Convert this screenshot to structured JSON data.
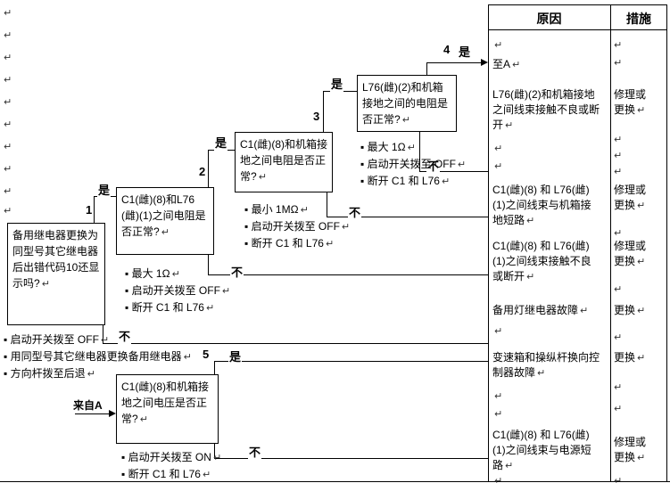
{
  "marks": {
    "pilcrow": "↵",
    "bullet": "▪"
  },
  "labels": {
    "yes": "是",
    "no": "不",
    "from_a": "来自A"
  },
  "flow": {
    "boxes": [
      {
        "num": "1",
        "text": "备用继电器更换为同型号其它继电器后出错代码10还显示吗?",
        "notes": [
          "启动开关拨至 OFF",
          "用同型号其它继电器更换备用继电器",
          "方向杆拨至后退"
        ]
      },
      {
        "num": "2",
        "text": "C1(雌)(8)和L76 (雌)(1)之间电阻是否正常?",
        "notes": [
          "最大 1Ω",
          "启动开关拨至 OFF",
          "断开 C1 和 L76"
        ]
      },
      {
        "num": "3",
        "text": "C1(雌)(8)和机箱接地之间电阻是否正常?",
        "notes": [
          "最小 1MΩ",
          "启动开关拨至 OFF",
          "断开 C1 和 L76"
        ]
      },
      {
        "num": "4",
        "text": "L76(雌)(2)和机箱接地之间的电阻是否正常?",
        "notes": [
          "最大 1Ω",
          "启动开关拨至 OFF",
          "断开 C1 和 L76"
        ]
      },
      {
        "num": "5",
        "text": "C1(雌)(8)和机箱接地之间电压是否正常?",
        "notes": [
          "启动开关拨至 ON",
          "断开 C1 和 L76"
        ]
      }
    ]
  },
  "table": {
    "header": {
      "cause": "原因",
      "measure": "措施"
    },
    "rows": [
      {
        "cause": "至A",
        "measure": ""
      },
      {
        "cause": "L76(雌)(2)和机箱接地之间线束接触不良或断开",
        "measure": "修理或更换"
      },
      {
        "cause": "C1(雌)(8) 和 L76(雌)(1)之间线束与机箱接地短路",
        "measure": "修理或更换"
      },
      {
        "cause": "C1(雌)(8) 和 L76(雌)(1)之间线束接触不良或断开",
        "measure": "修理或更换"
      },
      {
        "cause": "备用灯继电器故障",
        "measure": "更换"
      },
      {
        "cause": "变速箱和操纵杆换向控制器故障",
        "measure": "更换"
      },
      {
        "cause": "C1(雌)(8) 和 L76(雌)(1)之间线束与电源短路",
        "measure": "修理或更换"
      }
    ]
  }
}
